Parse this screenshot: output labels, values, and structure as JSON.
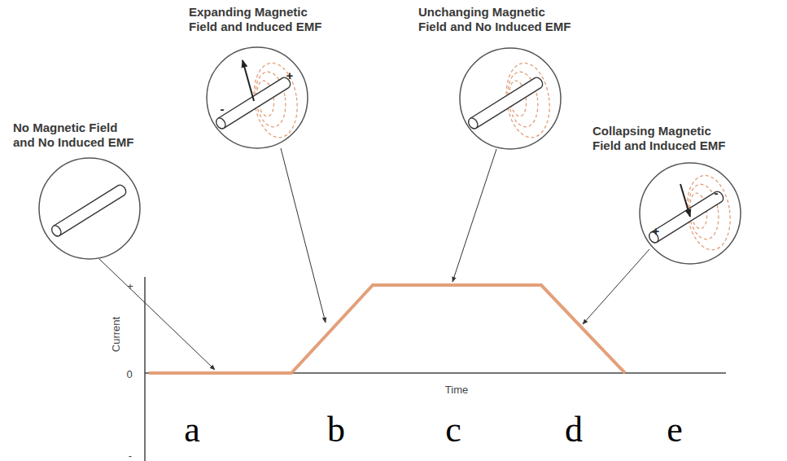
{
  "diagram": {
    "nodes": [
      {
        "text": [
          "No Magnetic Field and No Induced EMF"
        ]
      },
      {
        "text": [
          "Expanding Magnetic Field and Induced EMF"
        ]
      },
      {
        "text": [
          "Unchanging Magnetic Field and No Induced EMF"
        ]
      },
      {
        "text": [
          "Collapsing Magnetic Field and Induced EMF"
        ]
      }
    ],
    "labels": [
      "-",
      "+",
      "+",
      "-",
      "+",
      "0",
      "-",
      "Current",
      "Time",
      "a",
      "b",
      "c",
      "d",
      "e"
    ]
  }
}
